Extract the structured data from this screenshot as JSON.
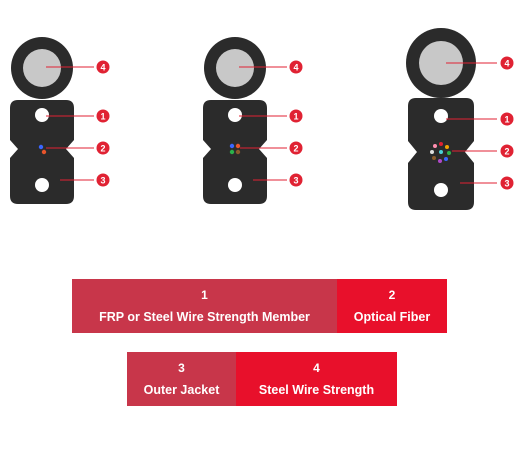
{
  "cables": [
    {
      "variant": "single-fiber",
      "callouts": [
        "4",
        "1",
        "2",
        "3"
      ]
    },
    {
      "variant": "dual-fiber",
      "callouts": [
        "4",
        "1",
        "2",
        "3"
      ]
    },
    {
      "variant": "multi-fiber",
      "callouts": [
        "4",
        "1",
        "2",
        "3"
      ]
    }
  ],
  "legend": {
    "row1": [
      {
        "number": "1",
        "label": "FRP or Steel Wire Strength Member"
      },
      {
        "number": "2",
        "label": "Optical Fiber"
      }
    ],
    "row2": [
      {
        "number": "3",
        "label": "Outer Jacket"
      },
      {
        "number": "4",
        "label": "Steel Wire Strength"
      }
    ]
  },
  "colors": {
    "jacket": "#2b2b2b",
    "steel": "#c8c8c8",
    "callout_red": "#e02233",
    "legend_dark": "#c8364a",
    "legend_bright": "#e8102b"
  }
}
